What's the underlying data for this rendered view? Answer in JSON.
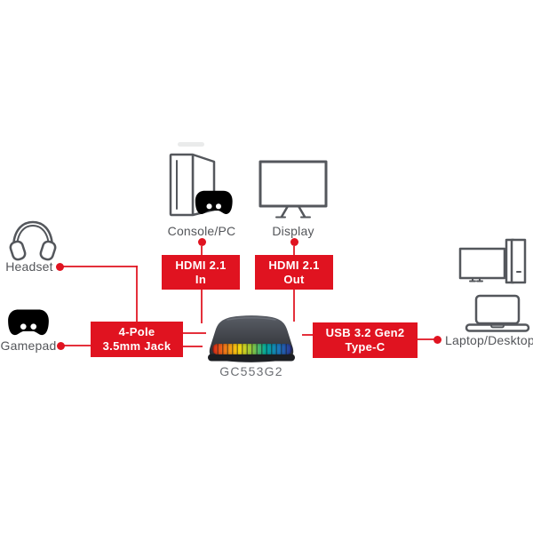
{
  "colors": {
    "accent_red": "#e01320",
    "text_gray": "#54565a",
    "icon_stroke": "#54575c",
    "device_label_gray": "#6c6f74",
    "device_top": "#5a5e66",
    "device_mid": "#3c3f45",
    "device_bottom": "#26282d",
    "rgb_strip": [
      "#e02619",
      "#f07c17",
      "#f6d60e",
      "#8cc63f",
      "#00a99d",
      "#1b75bb",
      "#2e3192"
    ]
  },
  "device": {
    "model_label": "GC553G2"
  },
  "nodes": {
    "console": {
      "label": "Console/PC",
      "icon": "console-pc-icon"
    },
    "display": {
      "label": "Display",
      "icon": "display-icon"
    },
    "headset": {
      "label": "Headset",
      "icon": "headset-icon"
    },
    "gamepad": {
      "label": "Gamepad",
      "icon": "gamepad-icon"
    },
    "laptop_desktop": {
      "label": "Laptop/Desktop",
      "icons": [
        "desktop-pc-icon",
        "laptop-icon"
      ]
    }
  },
  "ports": {
    "hdmi_in": {
      "line1": "HDMI 2.1",
      "line2": "In"
    },
    "hdmi_out": {
      "line1": "HDMI 2.1",
      "line2": "Out"
    },
    "audio_jack": {
      "line1": "4-Pole",
      "line2": "3.5mm Jack"
    },
    "usb": {
      "line1": "USB 3.2 Gen2",
      "line2": "Type-C"
    }
  }
}
